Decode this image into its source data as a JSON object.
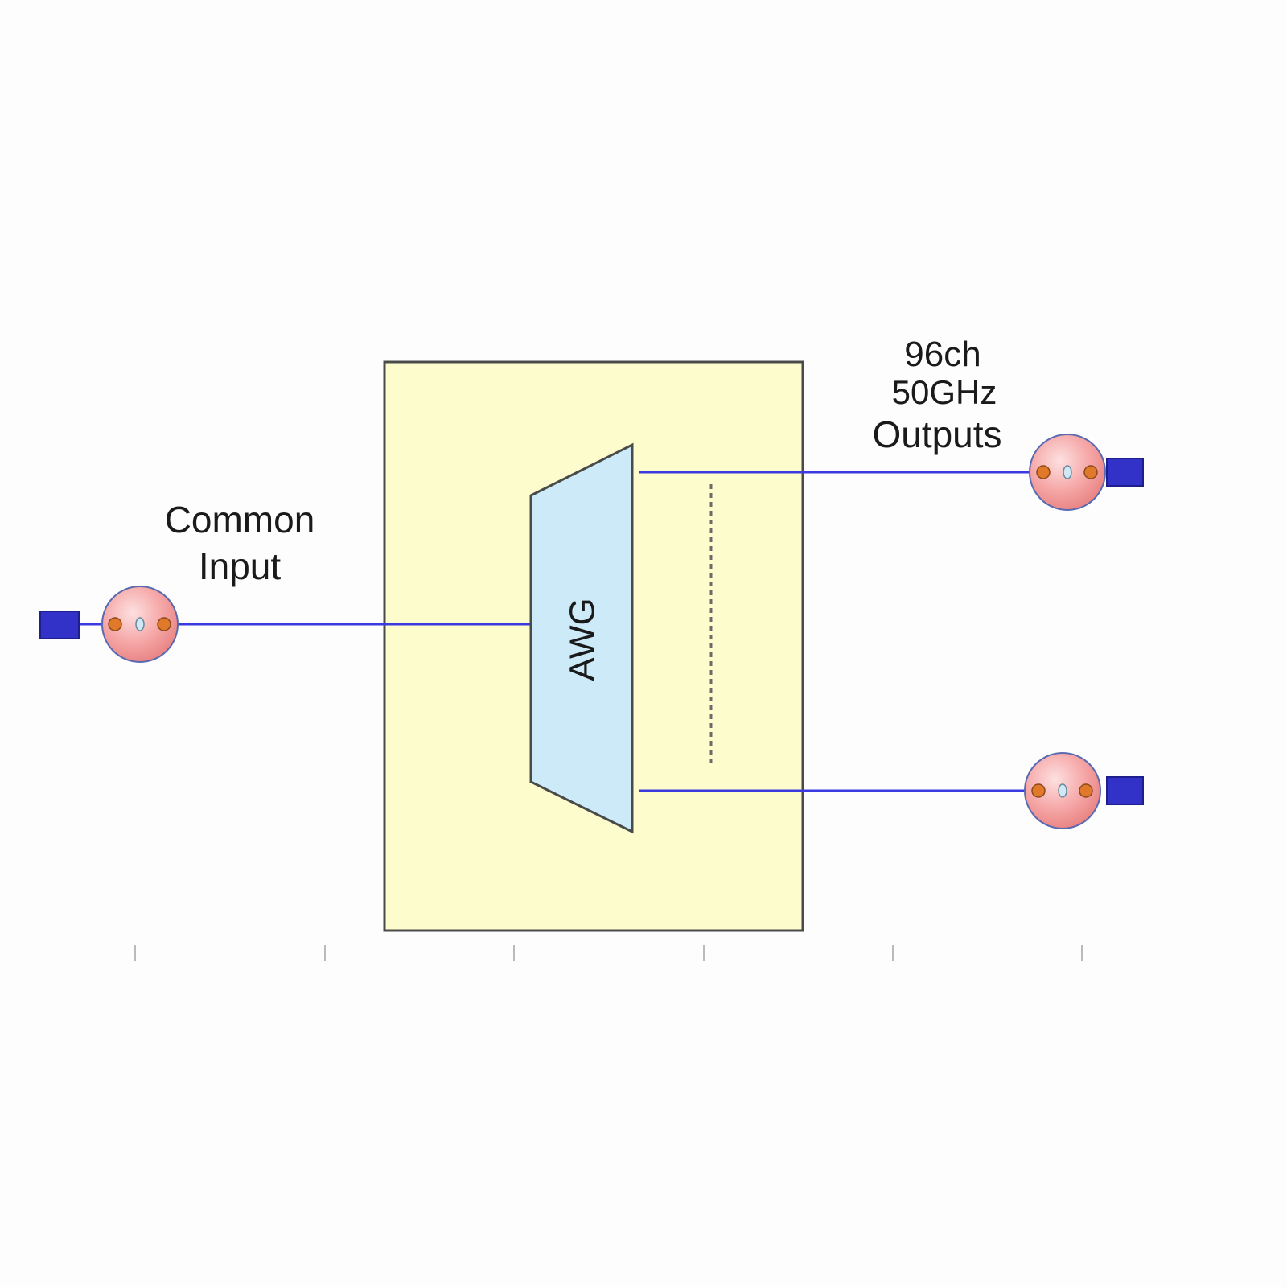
{
  "labels": {
    "common_input_line1": "Common",
    "common_input_line2": "Input",
    "outputs_line1": "96ch",
    "outputs_line2": "50GHz",
    "outputs_line3": "Outputs",
    "awg": "AWG"
  },
  "colors": {
    "background": "#fdfdfd",
    "module_fill": "#fdfccc",
    "awg_fill": "#cdeaf8",
    "fiber_line": "#3a3ae0",
    "connector_fill": "#3232c8",
    "adapter_fill": "#f6a0a0",
    "adapter_dot_outer": "#e07a2a",
    "adapter_dot_center": "#cfe8f4"
  },
  "icons": {
    "connector": "lc-connector-icon",
    "adapter": "fiber-adapter-icon"
  }
}
